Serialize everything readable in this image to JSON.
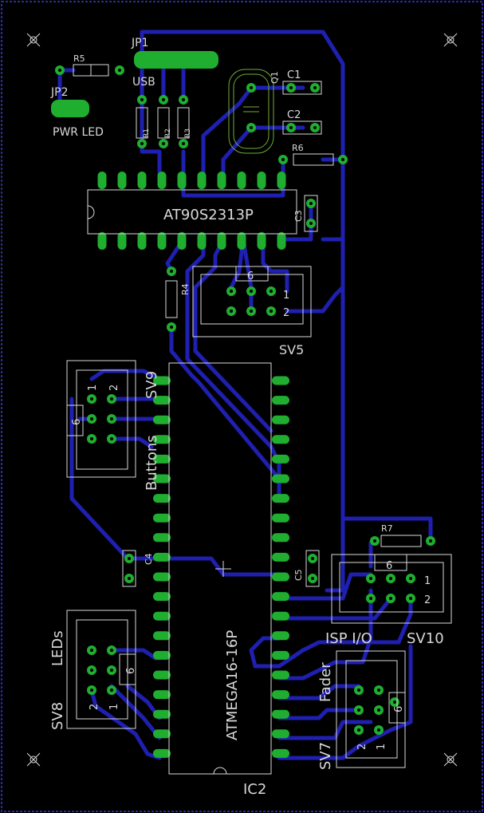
{
  "colors": {
    "background": "#000000",
    "trace": "#1f1fb0",
    "pad": "#1fae2f",
    "silkscreen": "#d9d9d9",
    "outline": "#2a2aa8",
    "crystal": "#6fae3a"
  },
  "labels": {
    "jp1": "JP1",
    "usb": "USB",
    "r5": "R5",
    "jp2": "JP2",
    "pwr_led": "PWR LED",
    "c1": "C1",
    "c2": "C2",
    "q1": "Q1",
    "r6": "R6",
    "r1": "R1",
    "r2": "R2",
    "r3": "R3",
    "mcu1": "AT90S2313P",
    "c3": "C3",
    "r4": "R4",
    "sv5": "SV5",
    "sv5_pin6": "6",
    "sv5_pin1": "1",
    "sv5_pin2": "2",
    "sv9": "SV9",
    "buttons": "Buttons",
    "sv9_pin1": "1",
    "sv9_pin2": "2",
    "sv9_pin6": "6",
    "c4": "C4",
    "c5": "C5",
    "mcu2": "ATMEGA16-16P",
    "ic2": "IC2",
    "r7": "R7",
    "sv10_pin6": "6",
    "sv10_pin1": "1",
    "sv10_pin2": "2",
    "isp_io": "ISP I/O",
    "sv10": "SV10",
    "leds": "LEDs",
    "sv8": "SV8",
    "sv8_pin6": "6",
    "sv8_pin2": "2",
    "sv8_pin1": "1",
    "fader": "Fader",
    "sv7": "SV7",
    "sv7_pin6": "6",
    "sv7_pin2": "2",
    "sv7_pin1": "1"
  }
}
